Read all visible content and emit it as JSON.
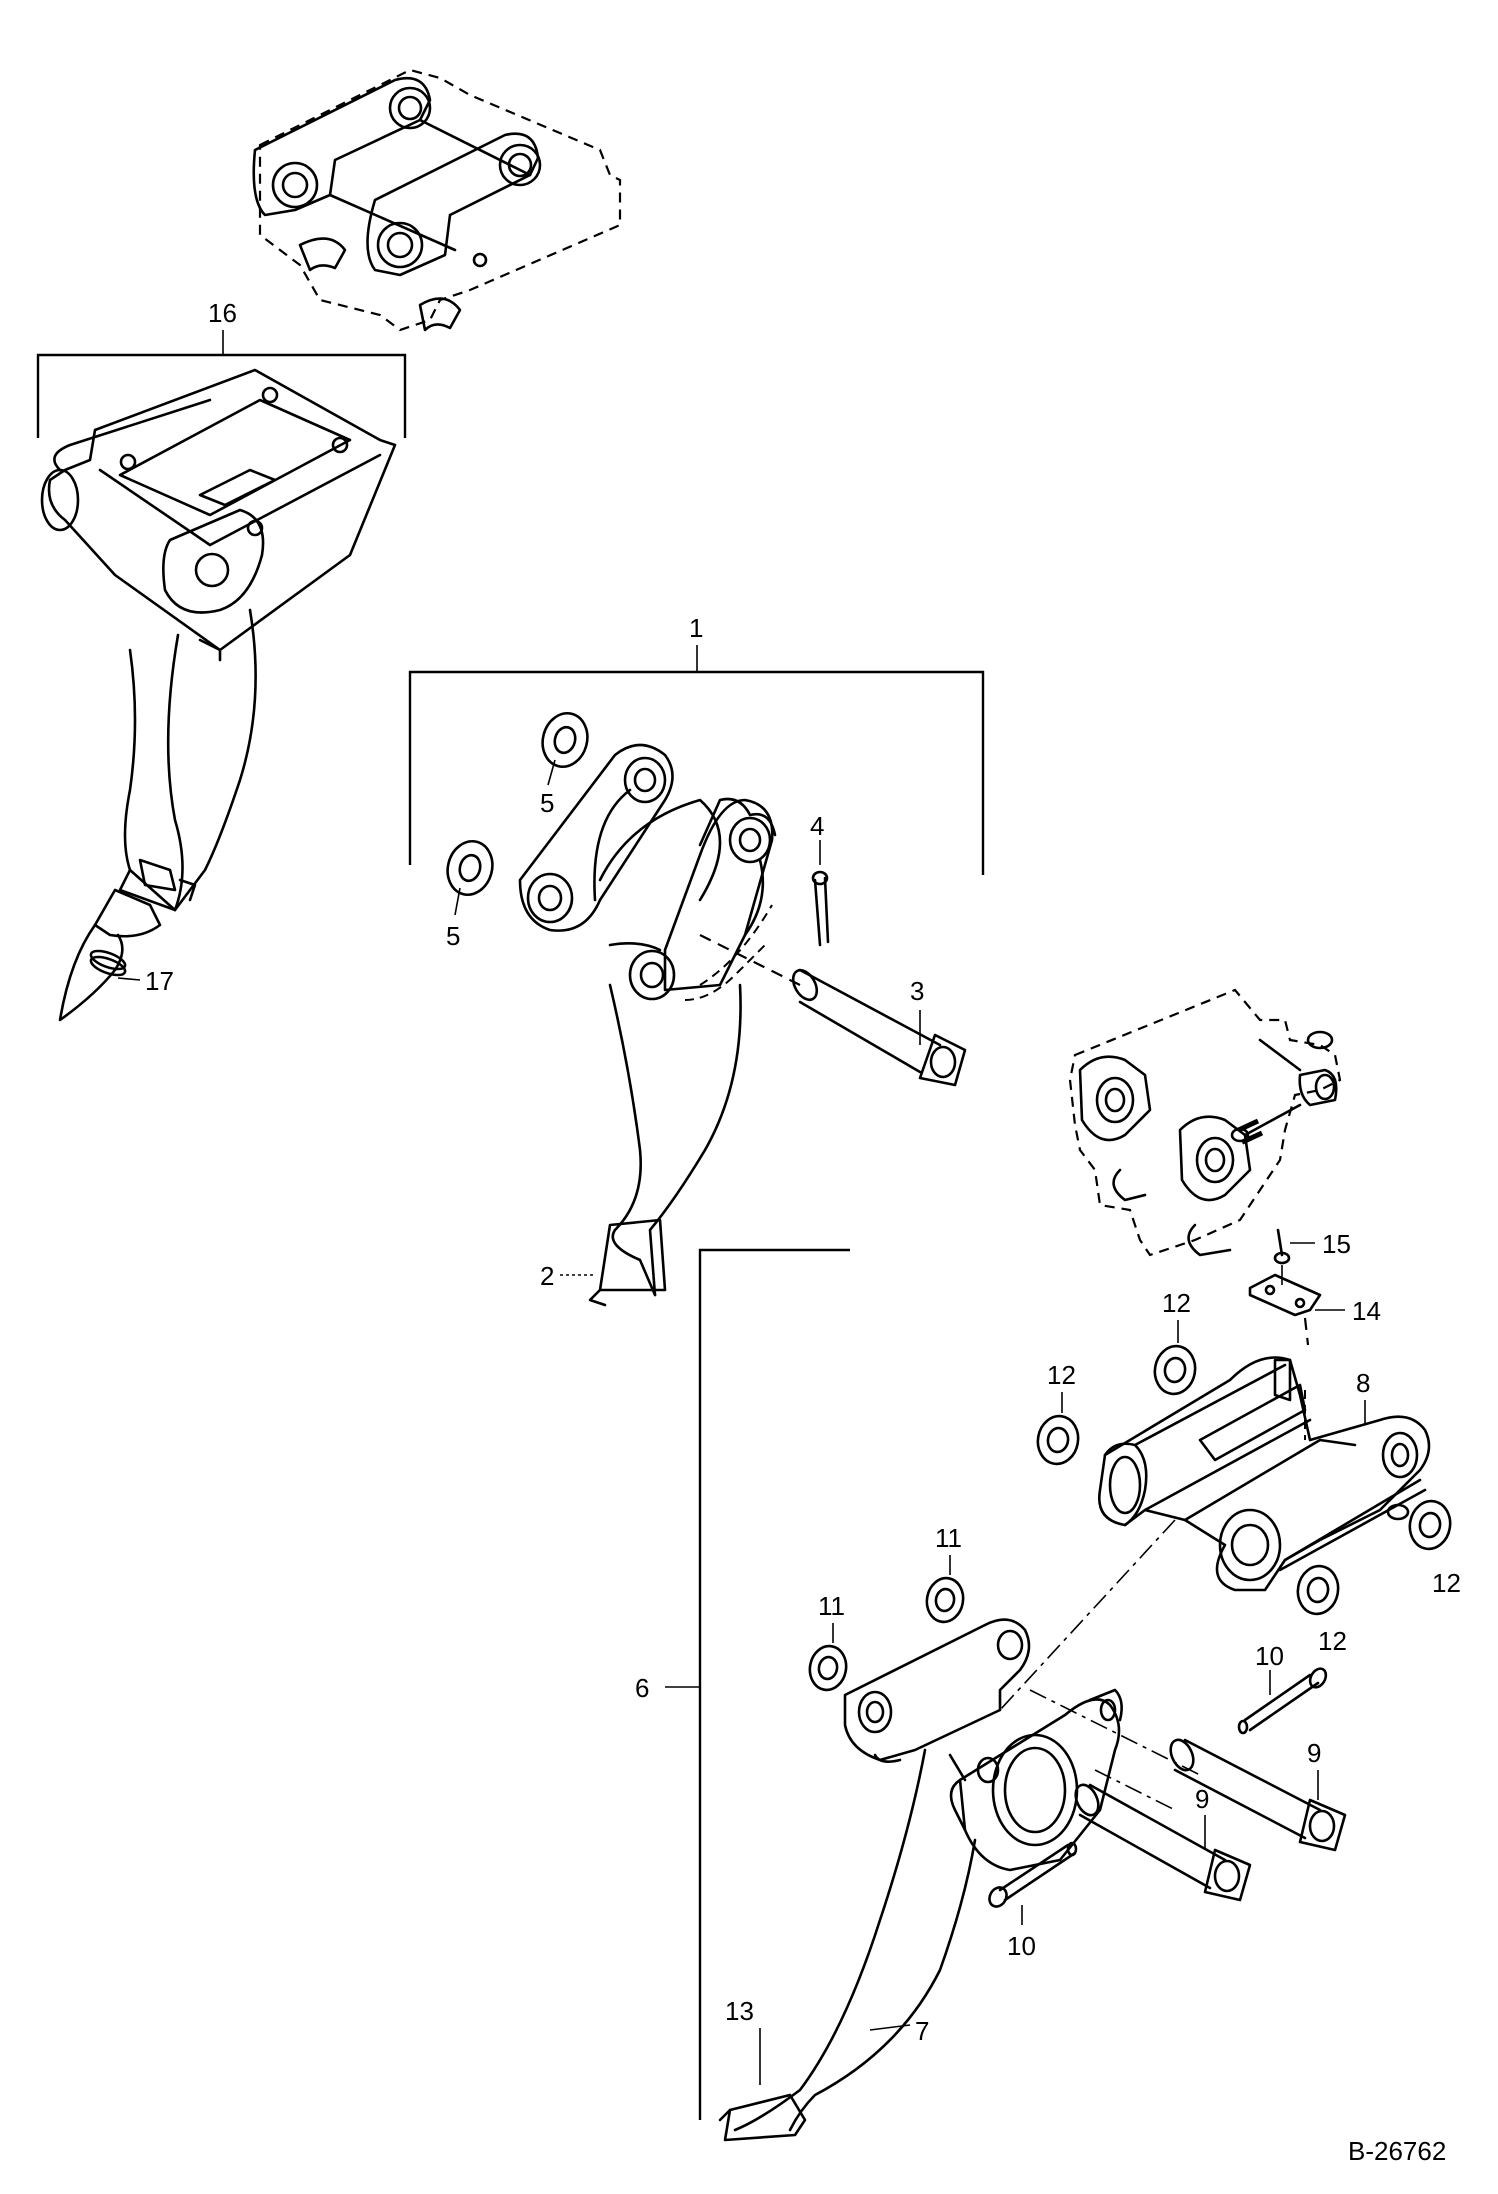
{
  "drawing_id": "B-26762",
  "callouts": {
    "c1": "1",
    "c2": "2",
    "c3": "3",
    "c4": "4",
    "c5a": "5",
    "c5b": "5",
    "c6": "6",
    "c7": "7",
    "c8": "8",
    "c9a": "9",
    "c9b": "9",
    "c10a": "10",
    "c10b": "10",
    "c11a": "11",
    "c11b": "11",
    "c12a": "12",
    "c12b": "12",
    "c12c": "12",
    "c12d": "12",
    "c13": "13",
    "c14": "14",
    "c15": "15",
    "c16": "16",
    "c17": "17"
  }
}
